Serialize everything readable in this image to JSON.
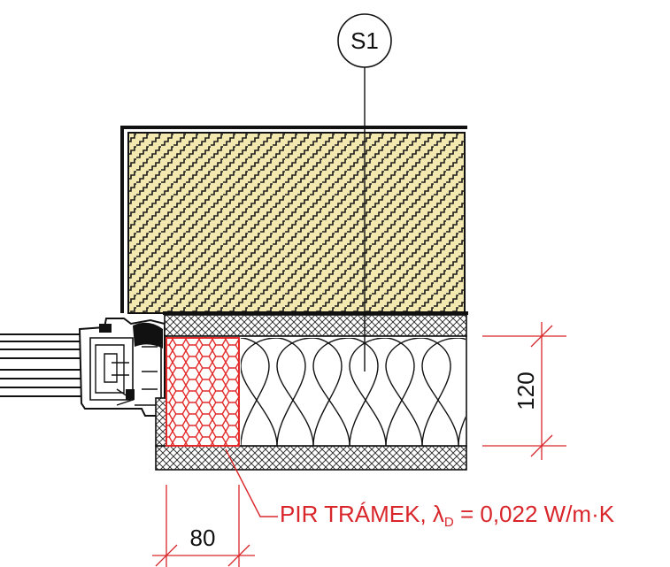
{
  "tag": {
    "label": "S1"
  },
  "dimensions": {
    "insulation_thickness": "120",
    "pir_width": "80"
  },
  "note": {
    "text": "PIR TRÁMEK, λ",
    "subscript": "D",
    "value": " = 0,022 W/m·K"
  },
  "colors": {
    "brick_fill": "#f3e9b0",
    "line": "#111111",
    "annotation_red": "#d9262b",
    "pir_hatch": "#e32a2a"
  }
}
